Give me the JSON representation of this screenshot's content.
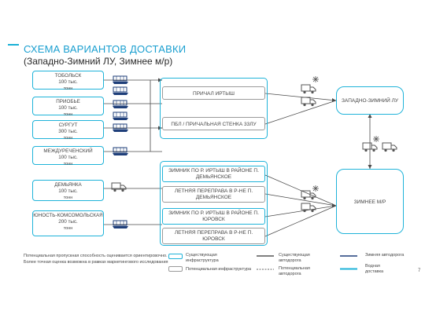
{
  "header": {
    "title": "СХЕМА ВАРИАНТОВ ДОСТАВКИ",
    "subtitle": "(Западно-Зимний ЛУ, Зимнее м/р)"
  },
  "sources": [
    {
      "name": "ТОБОЛЬСК",
      "amount": "100 тыс.",
      "unit": "тонн"
    },
    {
      "name": "ПРИОБЬЕ",
      "amount": "100 тыс.",
      "unit": "тонн"
    },
    {
      "name": "СУРГУТ",
      "amount": "300 тыс.",
      "unit": "тонн"
    },
    {
      "name": "МЕЖДУРЕЧЕНСКИЙ",
      "amount": "100 тыс.",
      "unit": "тонн"
    },
    {
      "name": "ДЕМЬЯНКА",
      "amount": "100 тыс.",
      "unit": "тонн"
    },
    {
      "name": "ЮНОСТЬ-КОМСОМОЛЬСКАЯ",
      "amount": "200 тыс.",
      "unit": "тонн"
    }
  ],
  "destinations": [
    {
      "label": "ПРИЧАЛ ИРТЫШ"
    },
    {
      "label": "ПБЛ / ПРИЧАЛЬНАЯ СТЕНКА 33ЛУ"
    },
    {
      "label": "ЗИМНИК ПО Р. ИРТЫШ В РАЙОНЕ П. ДЕМЬЯНСКОЕ"
    },
    {
      "label": "ЛЕТНЯЯ ПЕРЕПРАВА В Р-НЕ П. ДЕМЬЯНСКОЕ"
    },
    {
      "label": "ЗИМНИК ПО Р. ИРТЫШ В РАЙОНЕ П. ЮРОВСК"
    },
    {
      "label": "ЛЕТНЯЯ ПЕРЕПРАВА В Р-НЕ П. ЮРОВСК"
    }
  ],
  "targets": {
    "west": "ЗАПАДНО-ЗИМНИЙ ЛУ",
    "field": "ЗИМНЕЕ М/Р"
  },
  "note": "Потенциальная пропускная способность оценивается ориентировочно. Более точная оценка возможна в рамках маркетингового исследования",
  "legend": {
    "existing_infra": "Существующая инфраструктура",
    "potential_infra": "Потенциальная инфраструктура",
    "existing_road": "Существующая автодорога",
    "potential_road": "Потенциальная автодорога",
    "winter_road": "Зимняя автодорога",
    "water": "Водная доставка"
  },
  "page_number": "7",
  "colors": {
    "accent": "#1fb3d9",
    "gray": "#9a9a9a",
    "navy": "#1f3f7a"
  }
}
